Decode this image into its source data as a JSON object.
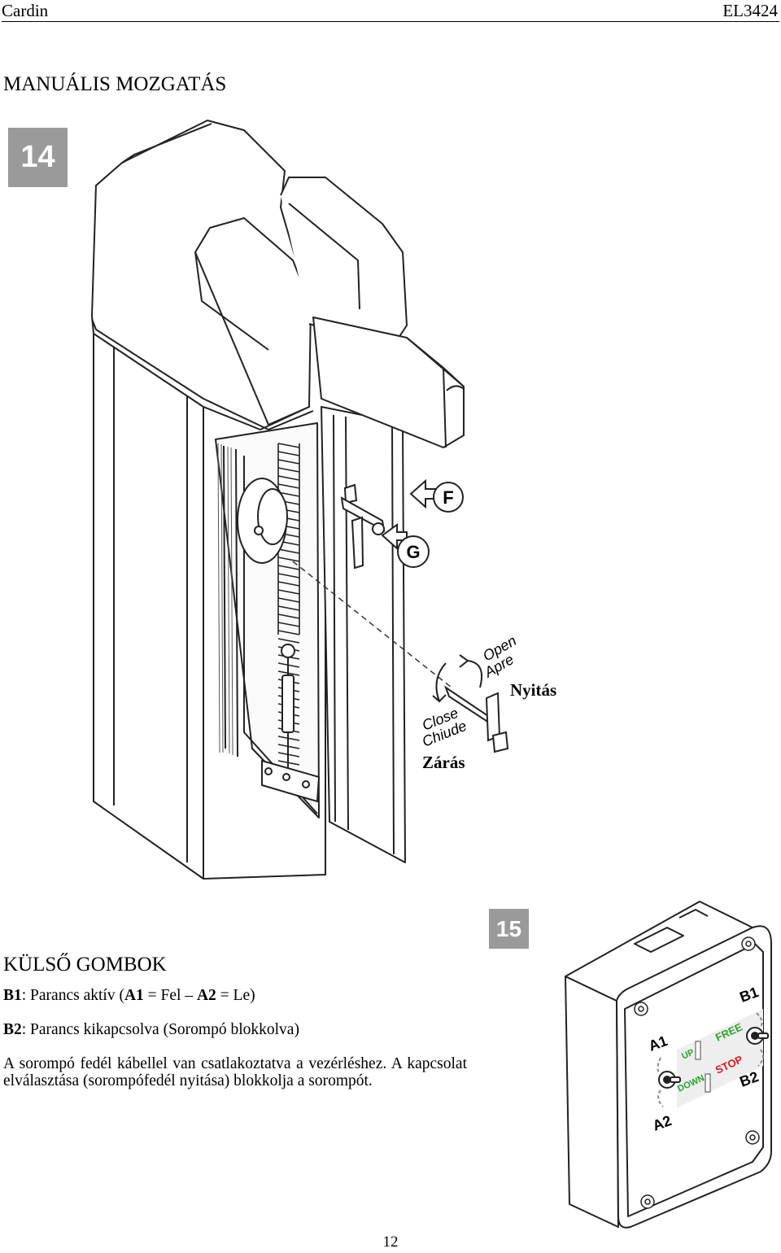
{
  "header": {
    "left": "Cardin",
    "right": "EL3424"
  },
  "section1": {
    "title": "MANUÁLIS MOZGATÁS",
    "figure_number": "14"
  },
  "figure14": {
    "callout_f": "F",
    "callout_g": "G",
    "open_en": "Open",
    "open_it": "Apre",
    "open_hu": "Nyitás",
    "close_en": "Close",
    "close_it": "Chiude",
    "close_hu": "Zárás"
  },
  "section2": {
    "title": "KÜLSŐ GOMBOK",
    "figure_number": "15",
    "line1": {
      "b": "B1",
      "text_a": ": Parancs aktív (",
      "a1": "A1",
      "text_b": " = Fel – ",
      "a2": "A2",
      "text_c": " = Le)"
    },
    "line2": {
      "b": "B2",
      "text": ": Parancs kikapcsolva (Sorompó blokkolva)"
    },
    "paragraph": "A sorompó fedél kábellel van csatlakoztatva a vezérléshez. A kapcsolat elválasztása (sorompófedél nyitása) blokkolja a sorompót."
  },
  "figure15": {
    "label_a1": "A1",
    "label_a2": "A2",
    "label_b1": "B1",
    "label_b2": "B2",
    "label_up": "UP",
    "label_down": "DOWN",
    "label_free": "FREE",
    "label_stop": "STOP"
  },
  "colors": {
    "badge": "#9a9a9a",
    "free": "#2aa52a",
    "stop": "#e01818"
  },
  "footer": {
    "page_number": "12"
  }
}
